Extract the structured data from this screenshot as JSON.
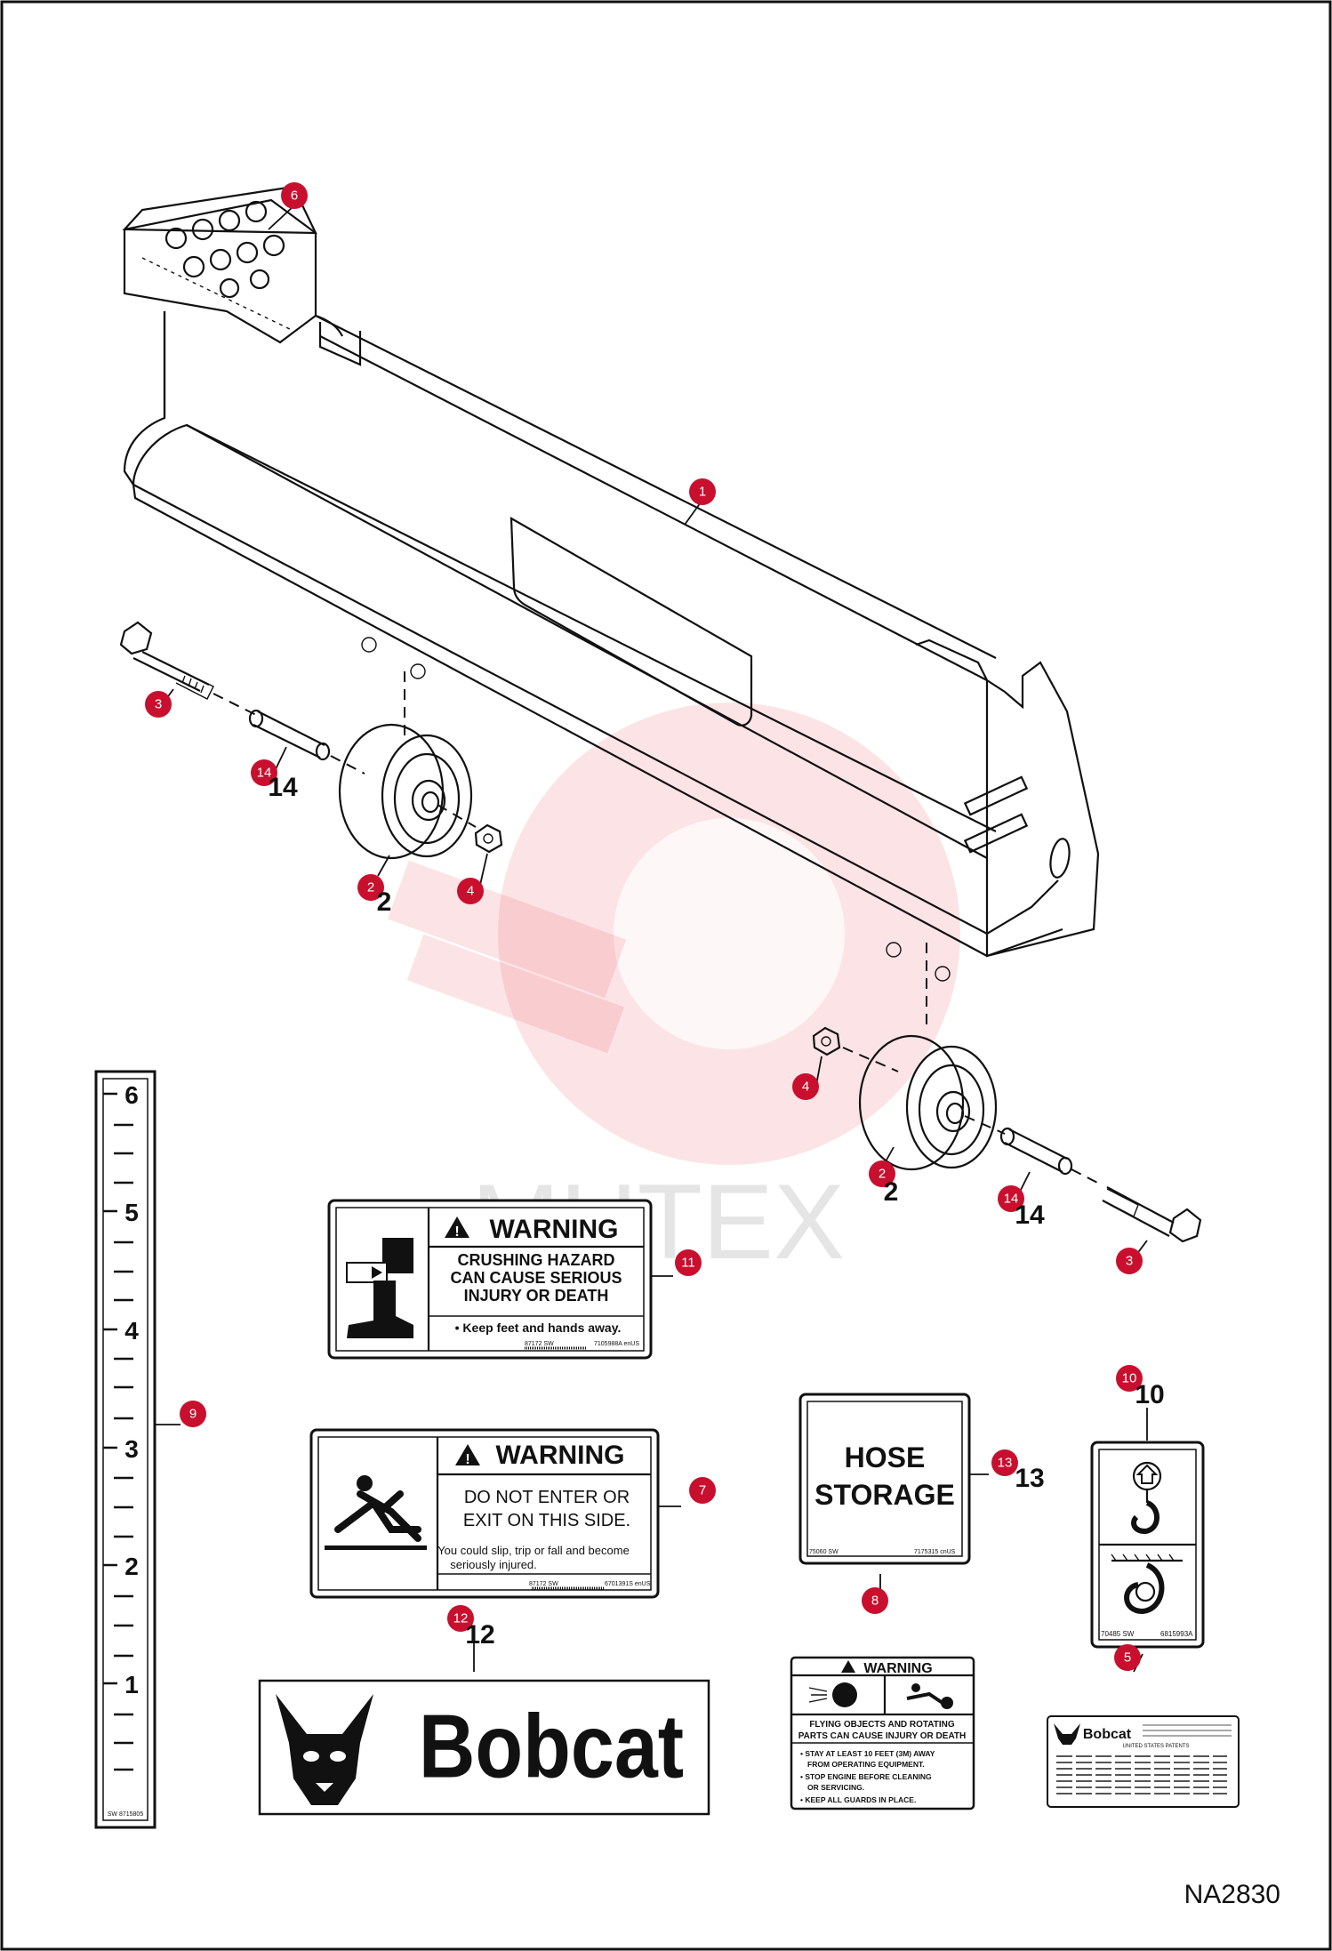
{
  "figure_code": "NA2830",
  "watermark": "MUTEX",
  "callouts": [
    {
      "id": "1",
      "label": "1"
    },
    {
      "id": "2a",
      "label": "2"
    },
    {
      "id": "2b",
      "label": "2"
    },
    {
      "id": "3a",
      "label": "3"
    },
    {
      "id": "3b",
      "label": "3"
    },
    {
      "id": "4a",
      "label": "4"
    },
    {
      "id": "4b",
      "label": "4"
    },
    {
      "id": "5",
      "label": "5"
    },
    {
      "id": "6",
      "label": "6"
    },
    {
      "id": "7",
      "label": "7"
    },
    {
      "id": "8",
      "label": "8"
    },
    {
      "id": "9",
      "label": "9"
    },
    {
      "id": "10",
      "label": "10"
    },
    {
      "id": "11",
      "label": "11"
    },
    {
      "id": "12",
      "label": "12"
    },
    {
      "id": "13",
      "label": "13"
    },
    {
      "id": "14a",
      "label": "14"
    },
    {
      "id": "14b",
      "label": "14"
    }
  ],
  "decal_11": {
    "heading": "WARNING",
    "line1": "CRUSHING HAZARD",
    "line2": "CAN CAUSE SERIOUS",
    "line3": "INJURY OR DEATH",
    "bullet": "• Keep feet and hands away.",
    "code_left": "87172 SW",
    "code_right": "7105988A enUS"
  },
  "decal_7": {
    "heading": "WARNING",
    "line1": "DO NOT ENTER OR",
    "line2": "EXIT ON THIS  SIDE.",
    "note1": "You could slip, trip or fall and become",
    "note2": "seriously injured.",
    "code_left": "87172 SW",
    "code_right": "6701391S enUS"
  },
  "decal_13": {
    "line1": "HOSE",
    "line2": "STORAGE",
    "code_left": "75060 SW",
    "code_right": "7175315 cnUS"
  },
  "decal_8": {
    "heading": "WARNING",
    "line1": "FLYING OBJECTS AND ROTATING",
    "line2": "PARTS CAN CAUSE INJURY OR DEATH",
    "b1a": "• STAY AT LEAST 10 FEET (3M) AWAY",
    "b1b": "FROM OPERATING EQUIPMENT.",
    "b2a": "• STOP ENGINE BEFORE CLEANING",
    "b2b": "OR SERVICING.",
    "b3": "• KEEP ALL GUARDS IN PLACE."
  },
  "decal_10": {
    "code_left": "70485 SW",
    "code_right": "6815993A"
  },
  "decal_12": {
    "brand": "Bobcat"
  },
  "decal_5": {
    "brand": "Bobcat",
    "heading": "UNITED STATES PATENTS"
  },
  "decal_9": {
    "marks": [
      "6",
      "5",
      "4",
      "3",
      "2",
      "1"
    ],
    "code": "SW 8715805"
  }
}
